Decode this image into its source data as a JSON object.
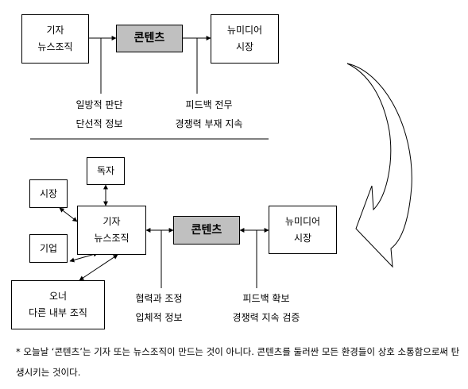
{
  "top": {
    "reporter_box": [
      "기자",
      "뉴스조직"
    ],
    "content_box": "콘텐츠",
    "newmedia_box": [
      "뉴미디어",
      "시장"
    ],
    "left_note": [
      "일방적 판단",
      "단선적 정보"
    ],
    "right_note": [
      "피드백 전무",
      "경쟁력 부재 지속"
    ]
  },
  "bottom": {
    "reader_box": "독자",
    "market_box": "시장",
    "company_box": "기업",
    "owner_box": [
      "오너",
      "다른 내부 조직"
    ],
    "reporter_box": [
      "기자",
      "뉴스조직"
    ],
    "content_box": "콘텐츠",
    "newmedia_box": [
      "뉴미디어",
      "시장"
    ],
    "left_note": [
      "협력과 조정",
      "입체적 정보"
    ],
    "right_note": [
      "피드백 확보",
      "경쟁력 지속 검증"
    ]
  },
  "footnote": "* 오늘날 ‘콘텐츠’는 기자 또는 뉴스조직이 만드는 것이 아니다. 콘텐츠를 둘러싼 모든 환경들이 상호 소통함으로써 탄생시키는 것이다."
}
